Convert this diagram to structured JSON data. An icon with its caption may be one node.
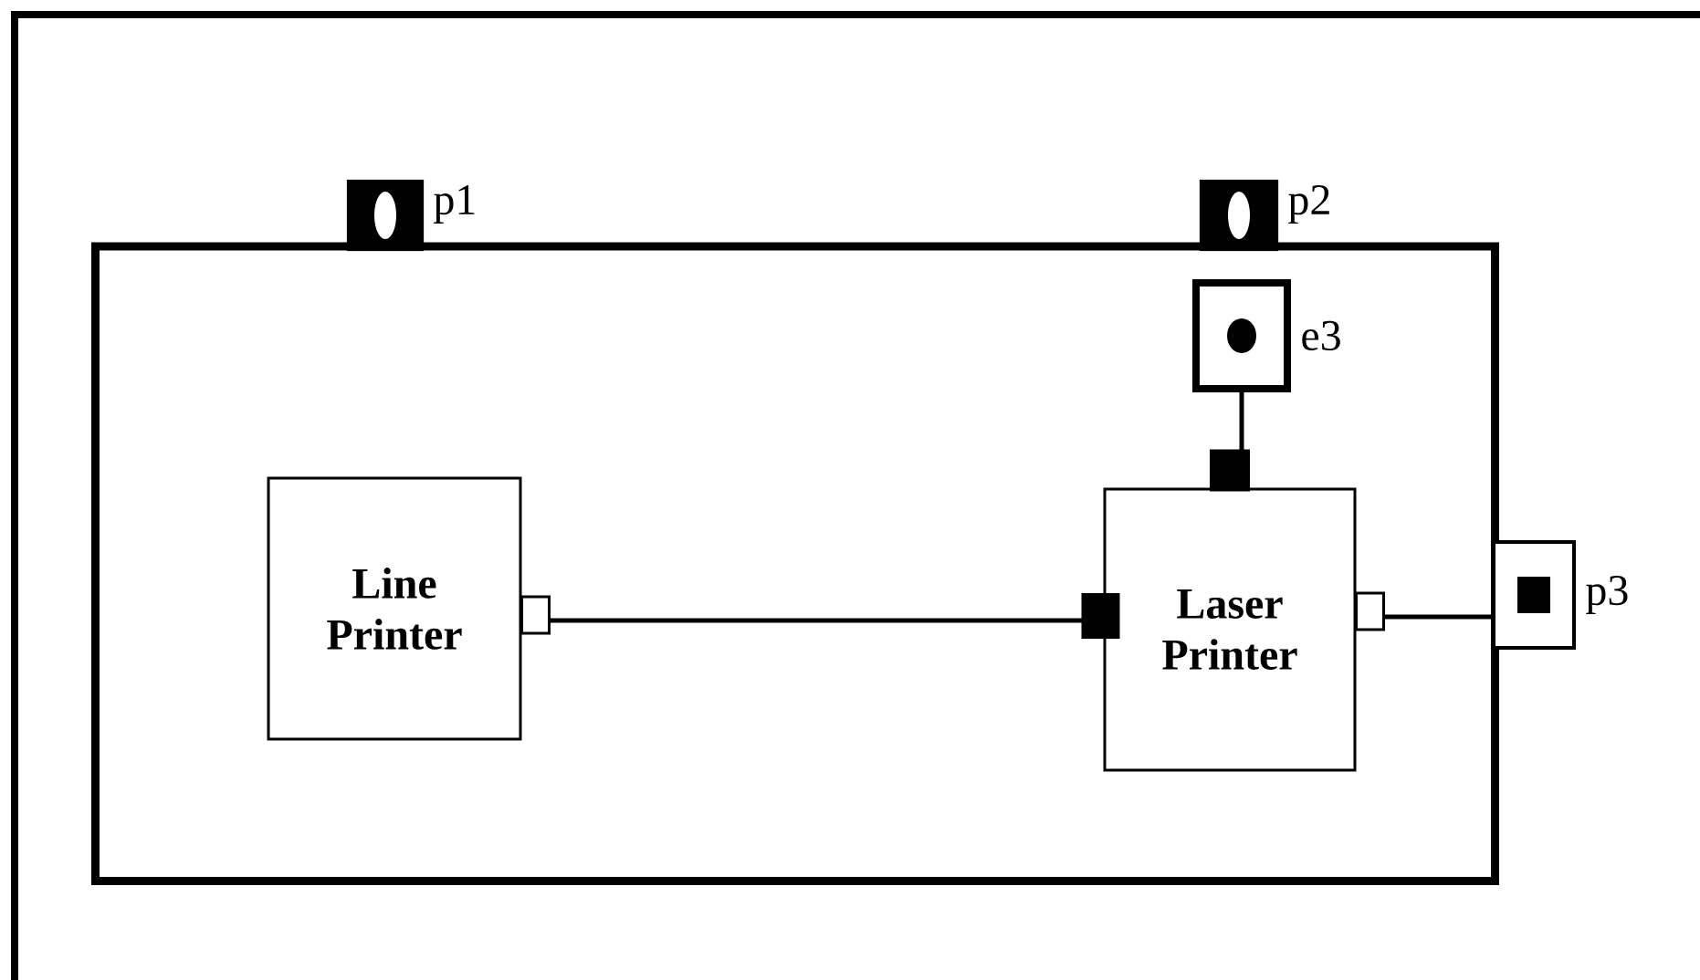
{
  "diagram": {
    "nodes": [
      {
        "text": [],
        "shape": "box"
      },
      {
        "text": [],
        "shape": "box",
        "beside": [
          "p1"
        ]
      },
      {
        "text": [],
        "shape": "box",
        "beside": [
          "p2"
        ]
      },
      {
        "text": [],
        "shape": "box",
        "beside": [
          "e3"
        ],
        "in": 0
      },
      {
        "text": [
          "Line Printer"
        ],
        "in": 0
      },
      {
        "text": [
          "Laser Printer"
        ],
        "in": 0
      },
      {
        "text": [],
        "shape": "box",
        "beside": [
          "p3"
        ]
      }
    ],
    "edges": [
      {
        "from": 4,
        "to": 5,
        "arrow": "other"
      },
      {
        "from": 3,
        "to": 5,
        "arrow": "other"
      },
      {
        "from": 5,
        "to": 6,
        "arrow": "other"
      }
    ]
  }
}
